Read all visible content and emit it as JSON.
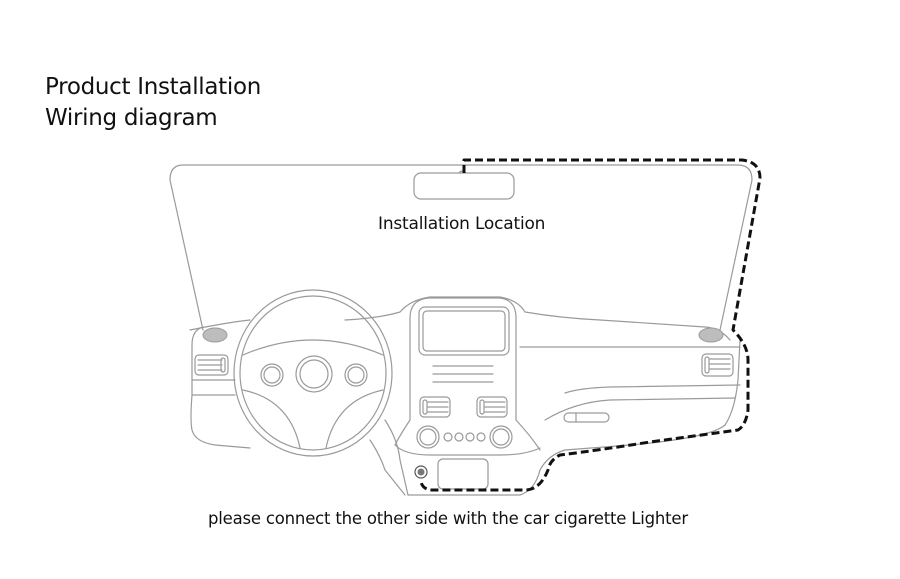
{
  "heading": {
    "line1": "Product Installation",
    "line2": "Wiring diagram"
  },
  "labels": {
    "installation_location": "Installation Location",
    "instruction": "please connect the other side with the car cigarette Lighter"
  },
  "colors": {
    "outline": "#9a9a9a",
    "wire": "#111111",
    "speaker_fill": "#bdbdbd",
    "text": "#111111"
  },
  "diagram": {
    "components": [
      "windshield",
      "rearview-mirror",
      "dash-cam-mount",
      "steering-wheel",
      "center-console",
      "infotainment-screen",
      "air-vents",
      "speakers",
      "glovebox-handle",
      "cigarette-lighter-socket",
      "power-cable"
    ]
  }
}
